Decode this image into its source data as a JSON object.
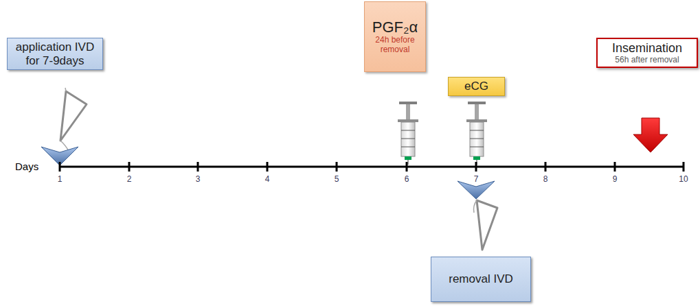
{
  "diagram": {
    "nodes": [
      {
        "text": [
          "application IVD for 7-9days"
        ]
      },
      {
        "text": [
          "PGF₂α",
          "24h before removal"
        ]
      },
      {
        "text": [
          "eCG"
        ]
      },
      {
        "text": [
          "Insemination",
          "56h after removal"
        ]
      },
      {
        "text": [
          "removal IVD"
        ]
      }
    ],
    "labels": [
      "Days",
      "1",
      "2",
      "3",
      "4",
      "5",
      "6",
      "7",
      "8",
      "9",
      "10"
    ]
  }
}
